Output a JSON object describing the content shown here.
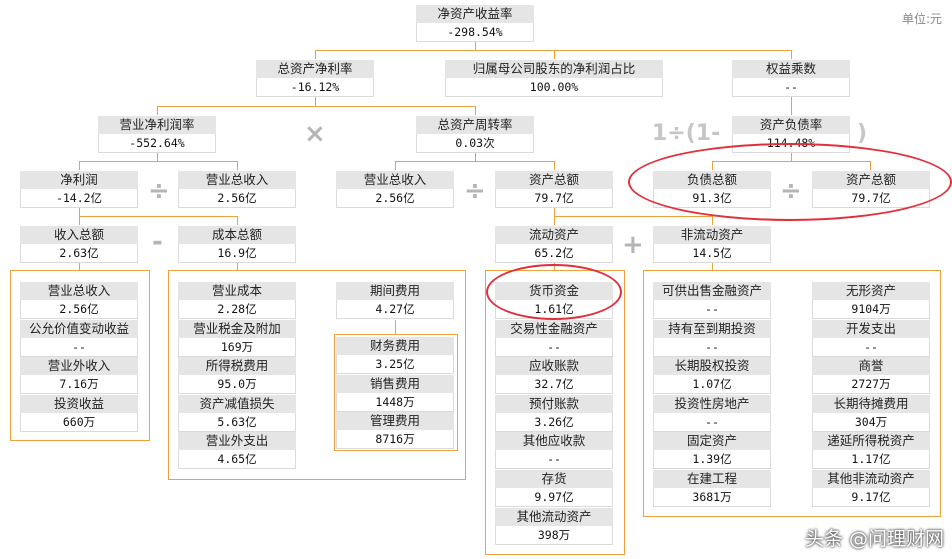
{
  "unit": "单位:元",
  "roe": {
    "label": "净资产收益率",
    "value": "-298.54%"
  },
  "roa": {
    "label": "总资产净利率",
    "value": "-16.12%"
  },
  "parent_ratio": {
    "label": "归属母公司股东的净利润占比",
    "value": "100.00%"
  },
  "equity_multiplier": {
    "label": "权益乘数",
    "value": "--"
  },
  "net_margin": {
    "label": "营业净利润率",
    "value": "-552.64%"
  },
  "asset_turnover": {
    "label": "总资产周转率",
    "value": "0.03次"
  },
  "debt_ratio": {
    "label": "资产负债率",
    "value": "114.48%"
  },
  "net_profit": {
    "label": "净利润",
    "value": "-14.2亿"
  },
  "revenue_a": {
    "label": "营业总收入",
    "value": "2.56亿"
  },
  "revenue_b": {
    "label": "营业总收入",
    "value": "2.56亿"
  },
  "total_assets_a": {
    "label": "资产总额",
    "value": "79.7亿"
  },
  "liabilities": {
    "label": "负债总额",
    "value": "91.3亿"
  },
  "total_assets_b": {
    "label": "资产总额",
    "value": "79.7亿"
  },
  "total_income": {
    "label": "收入总额",
    "value": "2.63亿"
  },
  "total_cost": {
    "label": "成本总额",
    "value": "16.9亿"
  },
  "current_assets": {
    "label": "流动资产",
    "value": "65.2亿"
  },
  "noncurrent_assets": {
    "label": "非流动资产",
    "value": "14.5亿"
  },
  "income_items": [
    {
      "label": "营业总收入",
      "value": "2.56亿"
    },
    {
      "label": "公允价值变动收益",
      "value": "--"
    },
    {
      "label": "营业外收入",
      "value": "7.16万"
    },
    {
      "label": "投资收益",
      "value": "660万"
    }
  ],
  "cost_items": [
    {
      "label": "营业成本",
      "value": "2.28亿"
    },
    {
      "label": "营业税金及附加",
      "value": "169万"
    },
    {
      "label": "所得税费用",
      "value": "95.0万"
    },
    {
      "label": "资产减值损失",
      "value": "5.63亿"
    },
    {
      "label": "营业外支出",
      "value": "4.65亿"
    }
  ],
  "period_expense": {
    "label": "期间费用",
    "value": "4.27亿"
  },
  "expense_items": [
    {
      "label": "财务费用",
      "value": "3.25亿"
    },
    {
      "label": "销售费用",
      "value": "1448万"
    },
    {
      "label": "管理费用",
      "value": "8716万"
    }
  ],
  "current_items": [
    {
      "label": "货币资金",
      "value": "1.61亿"
    },
    {
      "label": "交易性金融资产",
      "value": "--"
    },
    {
      "label": "应收账款",
      "value": "32.7亿"
    },
    {
      "label": "预付账款",
      "value": "3.26亿"
    },
    {
      "label": "其他应收款",
      "value": "--"
    },
    {
      "label": "存货",
      "value": "9.97亿"
    },
    {
      "label": "其他流动资产",
      "value": "398万"
    }
  ],
  "noncurrent_left": [
    {
      "label": "可供出售金融资产",
      "value": "--"
    },
    {
      "label": "持有至到期投资",
      "value": "--"
    },
    {
      "label": "长期股权投资",
      "value": "1.07亿"
    },
    {
      "label": "投资性房地产",
      "value": "--"
    },
    {
      "label": "固定资产",
      "value": "1.39亿"
    },
    {
      "label": "在建工程",
      "value": "3681万"
    }
  ],
  "noncurrent_right": [
    {
      "label": "无形资产",
      "value": "9104万"
    },
    {
      "label": "开发支出",
      "value": "--"
    },
    {
      "label": "商誉",
      "value": "2727万"
    },
    {
      "label": "长期待摊费用",
      "value": "304万"
    },
    {
      "label": "递延所得税资产",
      "value": "1.17亿"
    },
    {
      "label": "其他非流动资产",
      "value": "9.17亿"
    }
  ],
  "operators": {
    "times": "×",
    "divide": "÷",
    "minus": "-",
    "plus": "+",
    "formula_left": "1÷(1-",
    "formula_right": ")"
  },
  "watermark": "头条 @问理财网",
  "colors": {
    "connector": "#f0a03c",
    "highlight_ring": "#e0303a",
    "label_bg": "#e5e5e5"
  }
}
